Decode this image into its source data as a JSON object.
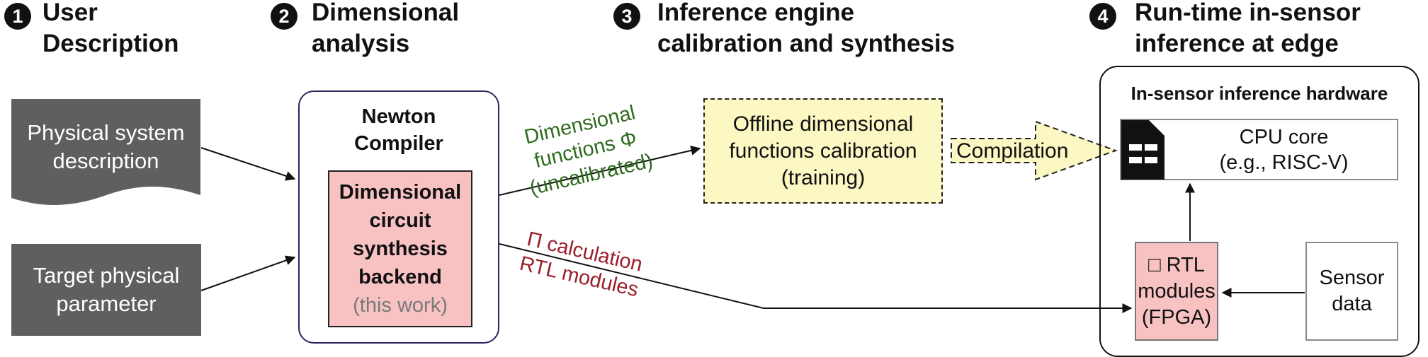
{
  "steps": [
    {
      "num": "1",
      "title_line1": "User",
      "title_line2": "Description"
    },
    {
      "num": "2",
      "title_line1": "Dimensional",
      "title_line2": "analysis"
    },
    {
      "num": "3",
      "title_line1": "Inference engine",
      "title_line2": "calibration and synthesis"
    },
    {
      "num": "4",
      "title_line1": "Run-time in-sensor",
      "title_line2": "inference at edge"
    }
  ],
  "inputs": {
    "physical_system": {
      "line1": "Physical system",
      "line2": "description"
    },
    "target_parameter": {
      "line1": "Target physical",
      "line2": "parameter"
    }
  },
  "compiler": {
    "title_line1": "Newton",
    "title_line2": "Compiler",
    "backend_lines": [
      "Dimensional",
      "circuit",
      "synthesis",
      "backend"
    ],
    "backend_note": "(this work)"
  },
  "edges": {
    "dimensional_functions": {
      "line1": "Dimensional",
      "line2": "functions Φ",
      "line3": "(uncalibrated)"
    },
    "pi_calc": {
      "line1": "Π calculation",
      "line2": "RTL modules"
    },
    "compilation": "Compilation"
  },
  "calibration": {
    "line1": "Offline dimensional",
    "line2": "functions calibration",
    "line3": "(training)"
  },
  "hardware": {
    "title": "In-sensor inference hardware",
    "cpu": {
      "line1": "CPU core",
      "line2": "(e.g., RISC-V)"
    },
    "rtl": {
      "line1": "□ RTL",
      "line2": "modules",
      "line3": "(FPGA)"
    },
    "sensor": {
      "line1": "Sensor",
      "line2": "data"
    }
  },
  "colors": {
    "green_label": "#2d6b1e",
    "red_label": "#9a1f2a",
    "pink_fill": "#f8c2c3",
    "yellow_fill": "#fbf8c4",
    "gray_fill": "#5f5f5f"
  }
}
